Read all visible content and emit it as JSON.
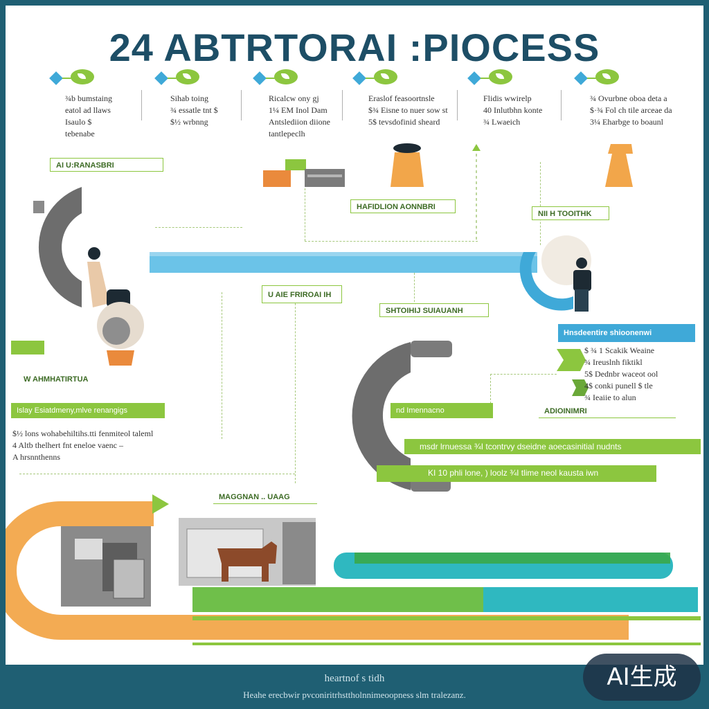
{
  "title": "24 ABTRTORAI :PIOCESS",
  "steps": [
    {
      "lines": [
        "¾b bumstaing",
        "eatol ad llaws",
        "Isaulo $",
        "tebenabe"
      ]
    },
    {
      "lines": [
        "Sihab toing",
        "¾ essatle tnt $",
        "$½ wrbnng"
      ]
    },
    {
      "lines": [
        "Ricalcw ony gj",
        "1¼ EM Inol Dam",
        "Antslediion diione",
        "tantlepeclh"
      ]
    },
    {
      "lines": [
        "Eraslof feasoortnsle",
        "$¾ Eisne to nuer sow st",
        "5$ tevsdofinid sheard"
      ]
    },
    {
      "lines": [
        "Flidis wwirelp",
        "40 Inlutbhn konte",
        "¾ Lwaeich"
      ]
    },
    {
      "lines": [
        "¾ Ovurbne oboa deta a",
        "$·¾ Fol ch tile arceae da",
        "3¼ Eharbge to boaunl"
      ]
    }
  ],
  "tags": {
    "left_top": "AI U:RANASBRI",
    "center_top": "HAFIDLION AONNBRI",
    "right_top": "NII H TOOITHK",
    "middle_box": "U AIE FRIROAI IH",
    "middle_small": "SHTOIHIJ SUIAUANH",
    "left_small": "",
    "left_mid": "W AHMHATIRTUA",
    "left_bar": "Islay Esiatdmeny,mlve renangigs",
    "right_header": "Hnsdeentire shioonenwi",
    "right_mid_bar": "nd Imennacno",
    "right_mid_box": "ADIOINIMRI",
    "bottom_tag": "MAGGNAN .. UAAG"
  },
  "left_note_lines": [
    "$½ lons wohabehiltihs.tti fenmiteol taleml",
    "4 Altb thelhert fnt eneloe vaenc –",
    "A hrsnnthenns"
  ],
  "right_list": [
    "$ ¾ 1 Scakik Weaine",
    "¾ Ireuslnh fiktikl",
    "5$ Dednbr waceot ool",
    "4$ conki punell $ tle",
    "¾ Ieaiie to alun"
  ],
  "right_bar_1": "msdr lrnuessa ¾I tcontrvy dseidne aoecasinitial nudnts",
  "right_bar_2": "KI 10 phli lone, ) loolz ¾I tlime neol kausta iwn",
  "footer": {
    "title": "heartnof s tidh",
    "subtitle": "Heahe erecbwir pvconiritrhsttholnnimeoopness slm tralezanz."
  },
  "badge": "AI生成",
  "colors": {
    "accent_green": "#8cc63f",
    "accent_blue": "#3fa9d8",
    "accent_orange": "#f2a64a",
    "title_navy": "#1d4e66",
    "frame_teal": "#1f5f73"
  }
}
